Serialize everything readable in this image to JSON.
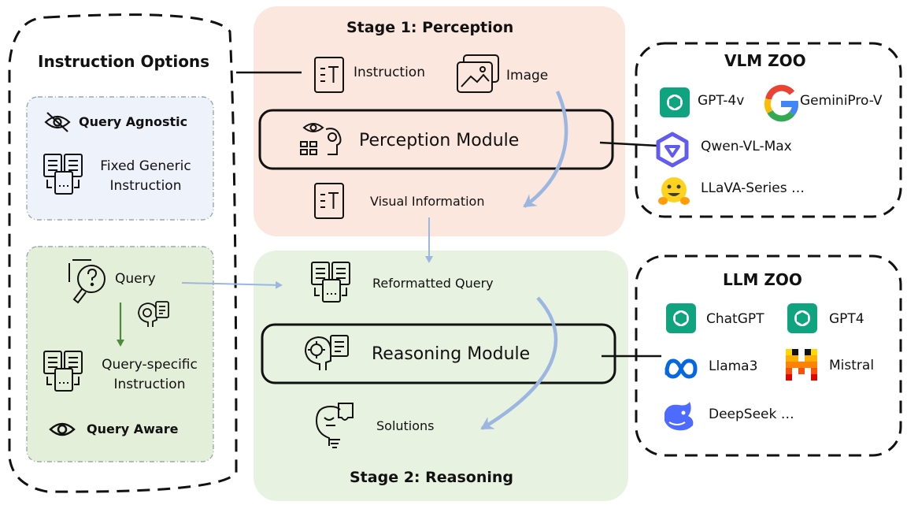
{
  "options": {
    "title": "Instruction Options",
    "agnostic": {
      "label": "Query Agnostic",
      "instruction_line1": "Fixed Generic",
      "instruction_line2": "Instruction"
    },
    "aware": {
      "query": "Query",
      "instruction_line1": "Query-specific",
      "instruction_line2": "Instruction",
      "label": "Query Aware"
    }
  },
  "stage1": {
    "title": "Stage 1: Perception",
    "instruction": "Instruction",
    "image": "Image",
    "module": "Perception Module",
    "output": "Visual Information"
  },
  "stage2": {
    "title": "Stage 2: Reasoning",
    "input": "Reformatted Query",
    "module": "Reasoning Module",
    "output": "Solutions"
  },
  "vlm_zoo": {
    "title": "VLM ZOO",
    "models": [
      "GPT-4v",
      "GeminiPro-V",
      "Qwen-VL-Max",
      "LLaVA-Series …"
    ]
  },
  "llm_zoo": {
    "title": "LLM ZOO",
    "models": [
      "ChatGPT",
      "GPT4",
      "Llama3",
      "Mistral",
      "DeepSeek …"
    ]
  },
  "colors": {
    "stage1_bg": "#fbe7dd",
    "stage2_bg": "#e8f2e0",
    "agnostic_bg": "#eef3fb",
    "aware_bg": "#e4efd9",
    "arrow_blue": "#9bb6e0",
    "arrow_green": "#4f8a3a",
    "openai_green": "#10a37f",
    "meta_blue": "#0668e1",
    "qwen_purple": "#615ced",
    "deepseek_blue": "#4d6bfe"
  },
  "icons": [
    "document-icon",
    "image-icon",
    "perception-head-icon",
    "multi-document-icon",
    "eye-slash-icon",
    "eye-icon",
    "query-magnifier-icon",
    "gear-head-icon",
    "puzzle-bulb-icon",
    "openai-icon",
    "google-icon",
    "qwen-icon",
    "huggingface-icon",
    "meta-icon",
    "mistral-icon",
    "deepseek-icon"
  ]
}
